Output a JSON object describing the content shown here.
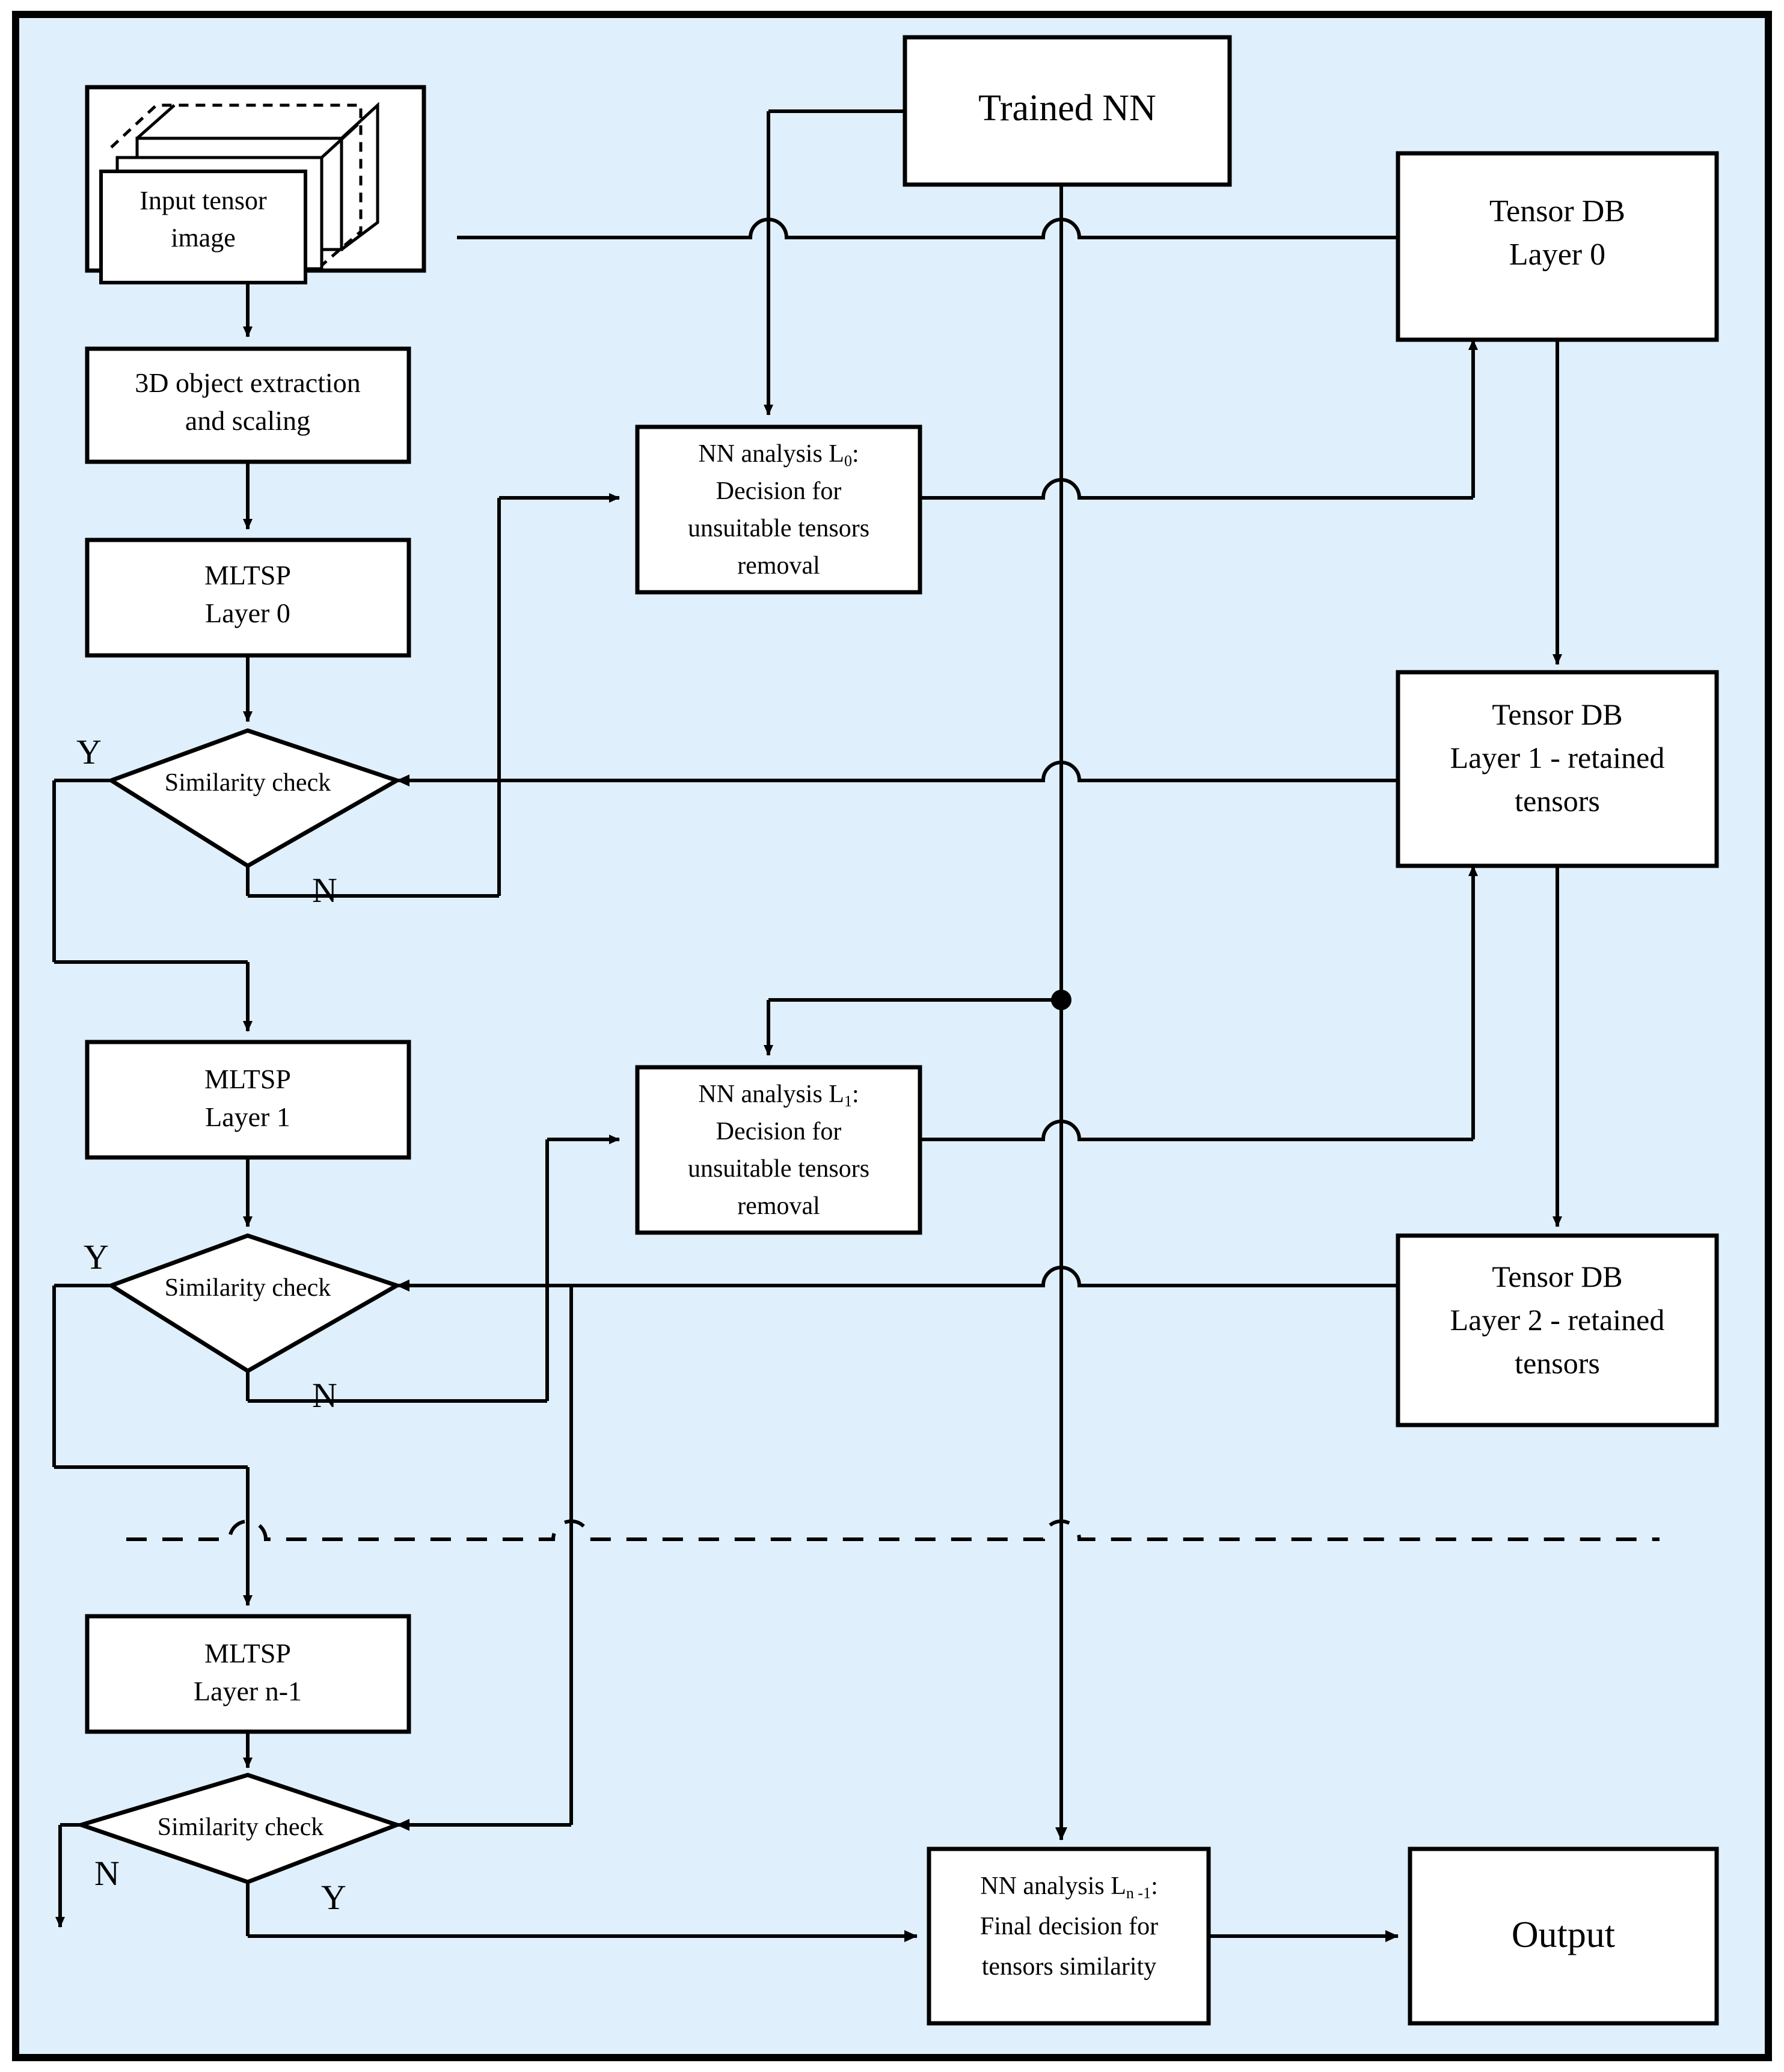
{
  "diagram": {
    "title": "MLTSP multi-layer tensor similarity flowchart",
    "background_color": "#dfeffb",
    "frame_color": "#000000",
    "node_fill": "#ffffff",
    "line_color": "#000000"
  },
  "nodes": {
    "input_tensor_image": {
      "label": "Input tensor image",
      "line1": "Input tensor",
      "line2": "image",
      "shape": "stacked-3d"
    },
    "object_extraction": {
      "line1": "3D object extraction",
      "line2": "and scaling",
      "shape": "rect"
    },
    "mltsp_layer0": {
      "line1": "MLTSP",
      "line2": "Layer 0",
      "shape": "rect"
    },
    "mltsp_layer1": {
      "line1": "MLTSP",
      "line2": "Layer 1",
      "shape": "rect"
    },
    "mltsp_layer_n1": {
      "line1": "MLTSP",
      "line2": "Layer n-1",
      "shape": "rect"
    },
    "similarity_check_0": {
      "label": "Similarity check",
      "shape": "diamond"
    },
    "similarity_check_1": {
      "label": "Similarity check",
      "shape": "diamond"
    },
    "similarity_check_n": {
      "label": "Similarity check",
      "shape": "diamond"
    },
    "trained_nn": {
      "label": "Trained NN",
      "shape": "rect"
    },
    "tensor_db_layer0": {
      "line1": "Tensor DB",
      "line2": "Layer 0",
      "shape": "rect"
    },
    "tensor_db_layer1": {
      "line1": "Tensor DB",
      "line2": "Layer 1 - retained",
      "line3": "tensors",
      "shape": "rect"
    },
    "tensor_db_layer2": {
      "line1": "Tensor DB",
      "line2": "Layer 2 - retained",
      "line3": "tensors",
      "shape": "rect"
    },
    "nn_analysis_l0": {
      "line1_main": "NN analysis L",
      "line1_sub": "0",
      "line1_tail": ":",
      "line2": "Decision for",
      "line3": "unsuitable tensors",
      "line4": "removal",
      "shape": "rect"
    },
    "nn_analysis_l1": {
      "line1_main": "NN analysis L",
      "line1_sub": "1",
      "line1_tail": ":",
      "line2": "Decision for",
      "line3": "unsuitable tensors",
      "line4": "removal",
      "shape": "rect"
    },
    "nn_analysis_ln1": {
      "line1_main": "NN analysis L",
      "line1_sub": "n -1",
      "line1_tail": ":",
      "line2": "Final decision for",
      "line3": "tensors similarity",
      "shape": "rect"
    },
    "output": {
      "label": "Output",
      "shape": "rect"
    }
  },
  "edge_labels": {
    "y0": "Y",
    "n0": "N",
    "y1": "Y",
    "n1": "N",
    "yn": "Y",
    "nn": "N"
  }
}
